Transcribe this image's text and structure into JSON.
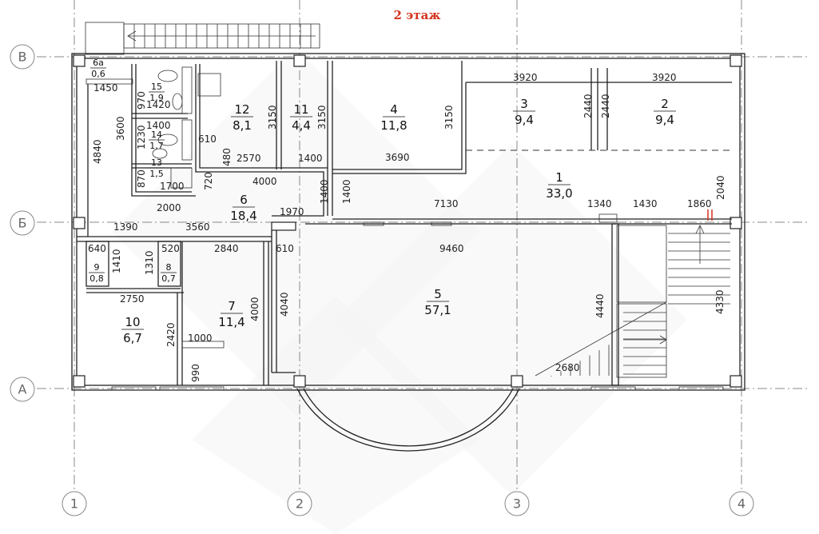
{
  "title": "2 этаж",
  "axes": {
    "rows": [
      "В",
      "Б",
      "А"
    ],
    "columns": [
      "1",
      "2",
      "3",
      "4"
    ]
  },
  "rooms": [
    {
      "number": "6а",
      "area": "0,6"
    },
    {
      "number": "15",
      "area": "1,9"
    },
    {
      "number": "14",
      "area": "1,7"
    },
    {
      "number": "13",
      "area": "1,5"
    },
    {
      "number": "12",
      "area": "8,1"
    },
    {
      "number": "11",
      "area": "4,4"
    },
    {
      "number": "4",
      "area": "11,8"
    },
    {
      "number": "3",
      "area": "9,4"
    },
    {
      "number": "2",
      "area": "9,4"
    },
    {
      "number": "1",
      "area": "33,0"
    },
    {
      "number": "6",
      "area": "18,4"
    },
    {
      "number": "9",
      "area": "0,8"
    },
    {
      "number": "8",
      "area": "0,7"
    },
    {
      "number": "10",
      "area": "6,7"
    },
    {
      "number": "7",
      "area": "11,4"
    },
    {
      "number": "5",
      "area": "57,1"
    }
  ],
  "dimensions": [
    "1450",
    "970",
    "1420",
    "3600",
    "1400",
    "1230",
    "610",
    "480",
    "2570",
    "1400",
    "870",
    "1700",
    "720",
    "4000",
    "2000",
    "1970",
    "1400",
    "1400",
    "4840",
    "1390",
    "3560",
    "3690",
    "3150",
    "3150",
    "3150",
    "3920",
    "3920",
    "2440",
    "2440",
    "7130",
    "1340",
    "1430",
    "1860",
    "2040",
    "640",
    "1410",
    "1310",
    "520",
    "2840",
    "610",
    "9460",
    "2750",
    "2420",
    "1000",
    "990",
    "4000",
    "4040",
    "4440",
    "4330",
    "2680"
  ],
  "colors": {
    "title": "#d4321e",
    "grid": "#888888",
    "walls": "#222222",
    "stair_marker": "#d4321e"
  }
}
